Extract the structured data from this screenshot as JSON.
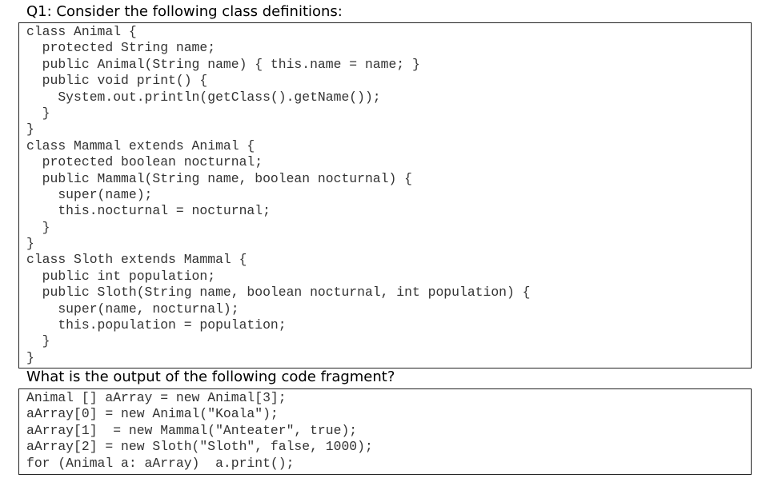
{
  "question_title": "Q1: Consider the following class definitions:",
  "class_code": [
    "class Animal {",
    "  protected String name;",
    "  public Animal(String name) { this.name = name; }",
    "  public void print() {",
    "    System.out.println(getClass().getName());",
    "  }",
    "}",
    "class Mammal extends Animal {",
    "  protected boolean nocturnal;",
    "  public Mammal(String name, boolean nocturnal) {",
    "    super(name);",
    "    this.nocturnal = nocturnal;",
    "  }",
    "}",
    "class Sloth extends Mammal {",
    "  public int population;",
    "  public Sloth(String name, boolean nocturnal, int population) {",
    "    super(name, nocturnal);",
    "    this.population = population;",
    "  }",
    "}"
  ],
  "question_prompt": "What is the output of the following code fragment?",
  "fragment_code": [
    "Animal [] aArray = new Animal[3];",
    "aArray[0] = new Animal(\"Koala\");",
    "aArray[1]  = new Mammal(\"Anteater\", true);",
    "aArray[2] = new Sloth(\"Sloth\", false, 1000);",
    "for (Animal a: aArray)  a.print();"
  ]
}
